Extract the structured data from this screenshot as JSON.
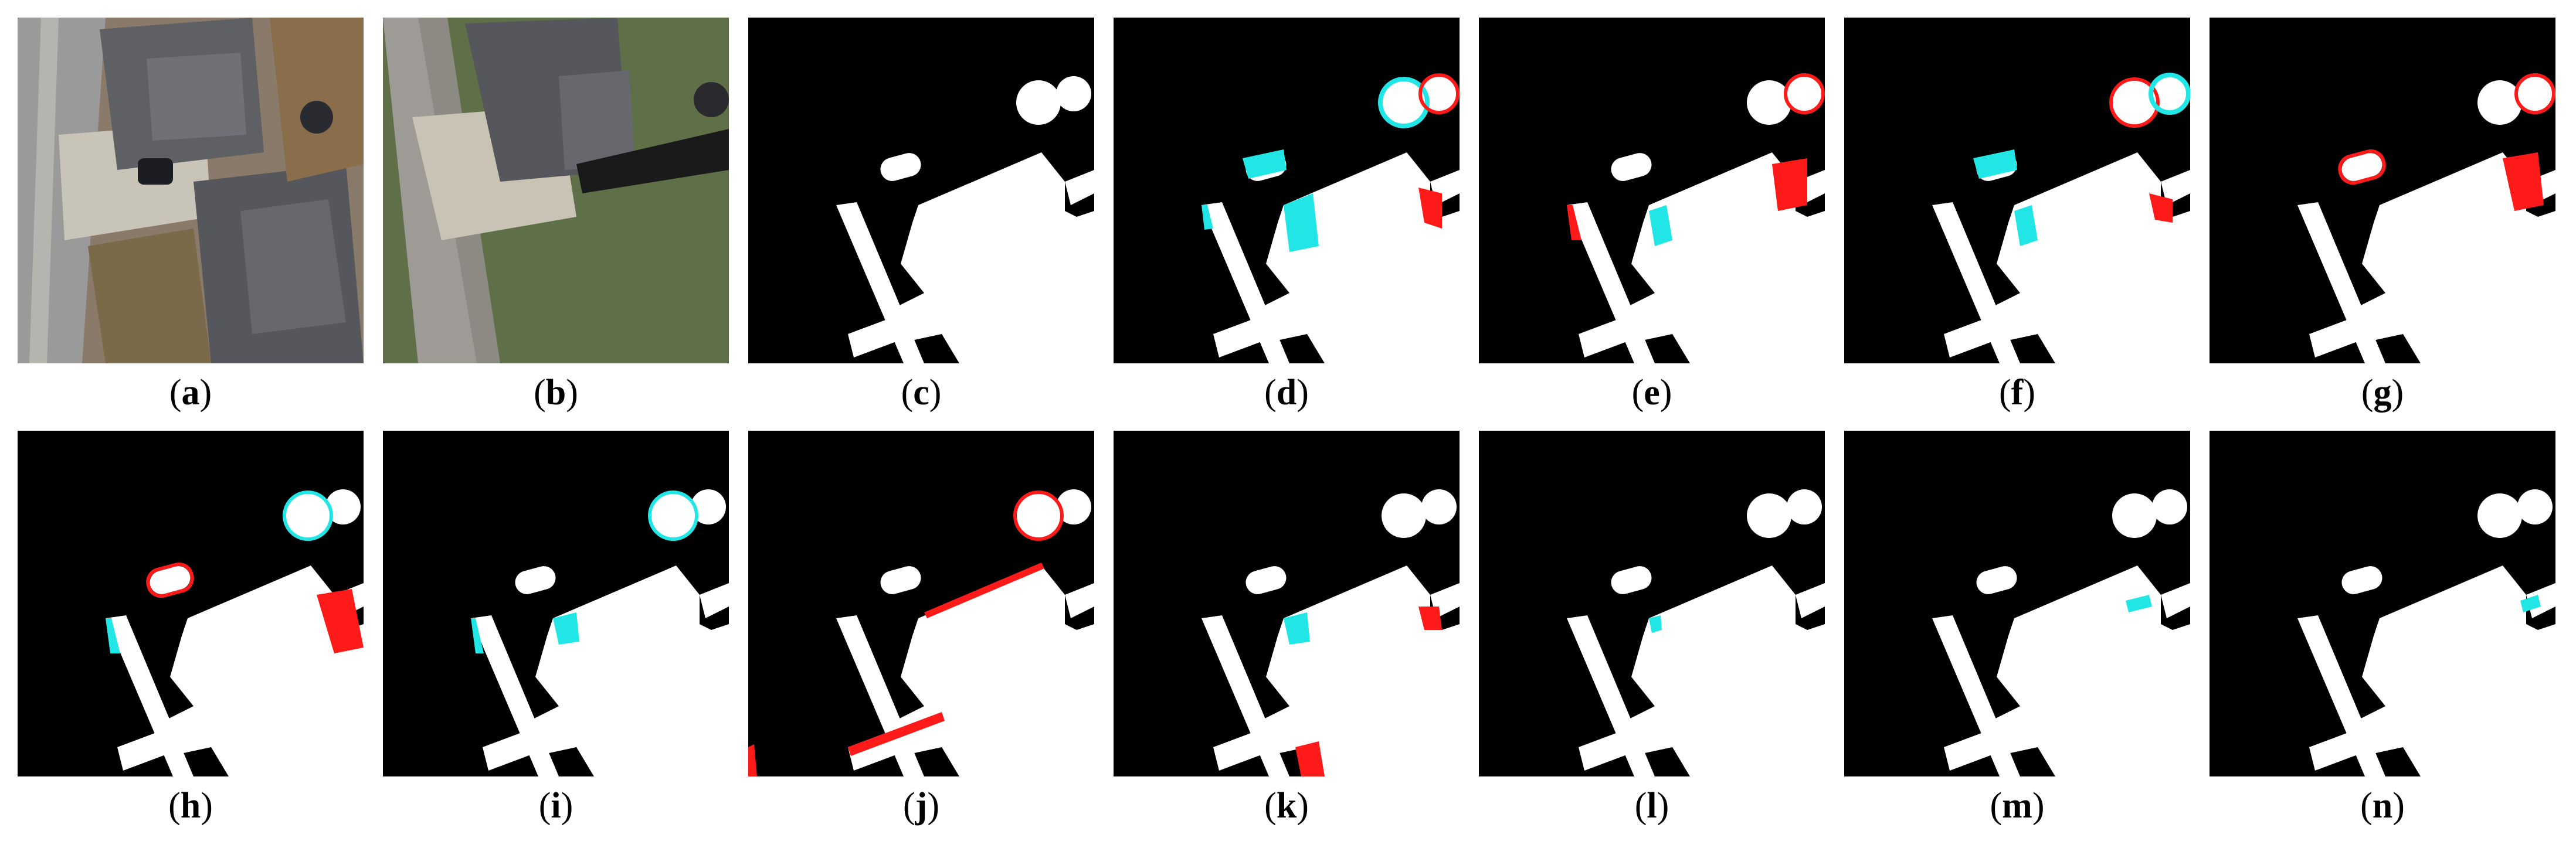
{
  "figure": {
    "panels": [
      {
        "id": "a",
        "kind": "aerial-image-t1",
        "caption_open": "(",
        "caption_letter": "a",
        "caption_close": ")"
      },
      {
        "id": "b",
        "kind": "aerial-image-t2",
        "caption_open": "(",
        "caption_letter": "b",
        "caption_close": ")"
      },
      {
        "id": "c",
        "kind": "change-map-ground-truth",
        "caption_open": "(",
        "caption_letter": "c",
        "caption_close": ")"
      },
      {
        "id": "d",
        "kind": "change-map-prediction",
        "caption_open": "(",
        "caption_letter": "d",
        "caption_close": ")"
      },
      {
        "id": "e",
        "kind": "change-map-prediction",
        "caption_open": "(",
        "caption_letter": "e",
        "caption_close": ")"
      },
      {
        "id": "f",
        "kind": "change-map-prediction",
        "caption_open": "(",
        "caption_letter": "f",
        "caption_close": ")"
      },
      {
        "id": "g",
        "kind": "change-map-prediction",
        "caption_open": "(",
        "caption_letter": "g",
        "caption_close": ")"
      },
      {
        "id": "h",
        "kind": "change-map-prediction",
        "caption_open": "(",
        "caption_letter": "h",
        "caption_close": ")"
      },
      {
        "id": "i",
        "kind": "change-map-prediction",
        "caption_open": "(",
        "caption_letter": "i",
        "caption_close": ")"
      },
      {
        "id": "j",
        "kind": "change-map-prediction",
        "caption_open": "(",
        "caption_letter": "j",
        "caption_close": ")"
      },
      {
        "id": "k",
        "kind": "change-map-prediction",
        "caption_open": "(",
        "caption_letter": "k",
        "caption_close": ")"
      },
      {
        "id": "l",
        "kind": "change-map-prediction",
        "caption_open": "(",
        "caption_letter": "l",
        "caption_close": ")"
      },
      {
        "id": "m",
        "kind": "change-map-prediction",
        "caption_open": "(",
        "caption_letter": "m",
        "caption_close": ")"
      },
      {
        "id": "n",
        "kind": "change-map-prediction",
        "caption_open": "(",
        "caption_letter": "n",
        "caption_close": ")"
      }
    ]
  },
  "colors": {
    "background": "#000000",
    "change": "#ffffff",
    "false_positive": "#ff1a1a",
    "false_negative": "#22e6e6"
  }
}
